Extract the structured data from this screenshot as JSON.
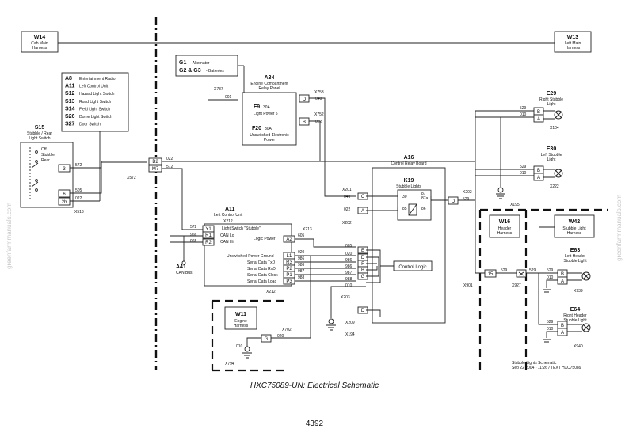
{
  "harness_boxes": {
    "w14": {
      "id": "W14",
      "line1": "Cab Main",
      "line2": "Harness"
    },
    "w13": {
      "id": "W13",
      "line1": "Left Main",
      "line2": "Harness"
    },
    "w16": {
      "id": "W16",
      "line1": "Header",
      "line2": "Harness"
    },
    "w42": {
      "id": "W42",
      "line1": "Stubble Light",
      "line2": "Harness"
    },
    "w11": {
      "id": "W11",
      "line1": "Engine",
      "line2": "Harness"
    }
  },
  "alternator": {
    "g1": "G1",
    "g1_desc": "- Alternator",
    "g23": "G2 & G3",
    "g23_desc": "- Batteries"
  },
  "legend": [
    {
      "code": "A8",
      "desc": "Entertainment Radio"
    },
    {
      "code": "A11",
      "desc": "Left Control Unit"
    },
    {
      "code": "S12",
      "desc": "Hazard Light Switch"
    },
    {
      "code": "S13",
      "desc": "Road Light Switch"
    },
    {
      "code": "S14",
      "desc": "Field Light Switch"
    },
    {
      "code": "S26",
      "desc": "Dome Light Switch"
    },
    {
      "code": "S27",
      "desc": "Door Switch"
    }
  ],
  "a34": {
    "id": "A34",
    "title1": "Engine Compartment",
    "title2": "Relay Panel",
    "f9": "F9",
    "f9_amp": "30A",
    "f9_desc": "Light Power 5",
    "f20": "F20",
    "f20_amp": "30A",
    "f20_desc1": "Unswitched Electronic",
    "f20_desc2": "Power",
    "pin_d": "D",
    "pin_b": "B",
    "x753": "X753",
    "x752": "X752",
    "x737": "X737",
    "w_001": "001",
    "w_040": "040",
    "w_022": "022"
  },
  "s15": {
    "id": "S15",
    "title1": "Stubble / Rear",
    "title2": "Light Switch",
    "opt_off": "Off",
    "opt_stubble": "Stubble",
    "opt_rear": "Rear",
    "pin3": "3",
    "pin6": "6",
    "pin2b": "2b",
    "x513": "X513",
    "w572": "572",
    "w505": "505",
    "w022": "022"
  },
  "mid_connector": {
    "b2": "B2",
    "m7": "M7",
    "x572": "X572",
    "w022": "022",
    "w572": "572"
  },
  "a11": {
    "id": "A11",
    "title": "Left Control Unit",
    "x212_top": "X212",
    "sub": "Light Switch \"Stubble\"",
    "canlo": "CAN Lo",
    "canhi": "CAN Hi",
    "logic": "Logic Power",
    "lbl_upg": "Unswitched Power Ground",
    "lbl_sdtxd": "Serial Data TxD",
    "lbl_sdrxd": "Serial Data RxD",
    "lbl_sdclk": "Serial Data Clock",
    "lbl_sdload": "Serial Data Load",
    "pins": [
      "Y1",
      "R1",
      "R2",
      "A2",
      "L1",
      "R3",
      "P2",
      "P1",
      "P3"
    ],
    "w_572": "572",
    "w_966": "966",
    "w_965": "965",
    "w_605": "605",
    "w_020": "020",
    "w_986": "986",
    "w_987": "987",
    "w_988": "988",
    "x213": "X213",
    "x212": "X212"
  },
  "a41": {
    "id": "A41",
    "label": "CAN Bus"
  },
  "a16": {
    "id": "A16",
    "title": "Control Relay Board",
    "k19": "K19",
    "k19_desc": "Stubble Lights",
    "k30": "30",
    "k87": "87",
    "k85": "85",
    "k86": "86",
    "k87a": "87a",
    "pins_left": [
      "C",
      "A",
      "E",
      "D",
      "F",
      "B",
      "G",
      "D"
    ],
    "x201": "X201",
    "x202": "X202",
    "x202r": "X202",
    "x203": "X203",
    "x209": "X209",
    "w049": "049",
    "w022": "022",
    "w529": "529",
    "pin_d_right": "D",
    "control_logic": "Control Logic",
    "w_005": "005",
    "w_020": "020",
    "w_986": "986",
    "w_987": "987",
    "w_988": "988",
    "w_010": "010"
  },
  "e29": {
    "id": "E29",
    "line1": "Right Stubble",
    "line2": "Light",
    "x": "X104",
    "w529": "529",
    "w010": "010",
    "pb": "B",
    "pa": "A"
  },
  "e30": {
    "id": "E30",
    "line1": "Left Stubble",
    "line2": "Light",
    "x": "X222",
    "w529": "529",
    "w010": "010",
    "pb": "B",
    "pa": "A"
  },
  "e63": {
    "id": "E63",
    "line1": "Left Header",
    "line2": "Stubble Light",
    "x": "X939",
    "w529": "529",
    "w010": "010",
    "pb": "B",
    "pa": "A"
  },
  "e64": {
    "id": "E64",
    "line1": "Right Header",
    "line2": "Stubble Light",
    "x": "X940",
    "w529": "529",
    "w010": "010",
    "pb": "B",
    "pa": "A"
  },
  "ground_labels": {
    "x195": "X195",
    "x194": "X194",
    "x794": "X794",
    "w010": "010"
  },
  "header_conn": {
    "x901": "X901",
    "x927": "X927",
    "pin15": "15",
    "w529a": "529",
    "w529b": "529"
  },
  "w11_conn": {
    "g": "G",
    "x702": "X702",
    "w020": "020"
  },
  "small_note": {
    "line1": "Stubble Lights Schematic",
    "line2": "Sep 22 2004 - 11:26 / TEXT HXC75089"
  },
  "caption": "HXC75089-UN: Electrical Schematic",
  "page_number": "4392",
  "watermark": "greenfarmmanuals.com"
}
